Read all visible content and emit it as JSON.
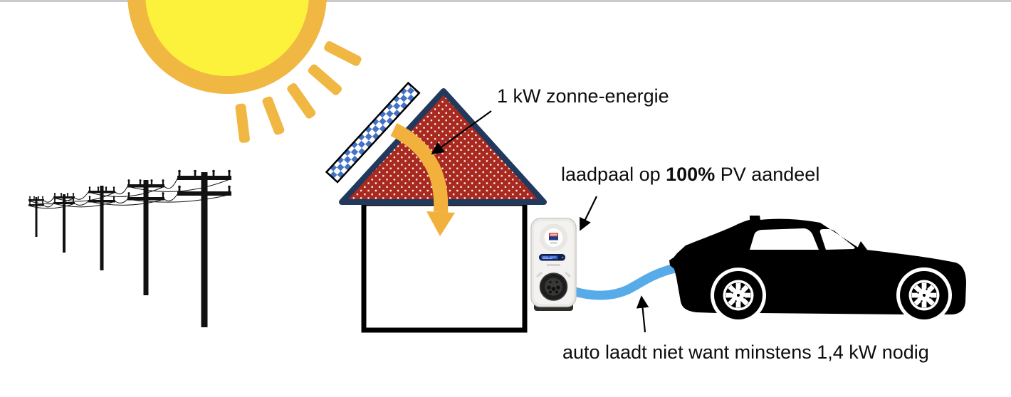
{
  "labels": {
    "solar_label": "1 kW zonne-energie",
    "charger_label_prefix": "laadpaal op ",
    "charger_label_bold": "100%",
    "charger_label_suffix": " PV aandeel",
    "car_label": "auto laadt niet want minstens 1,4 kW nodig"
  },
  "colors": {
    "sun_core": "#FCF23B",
    "sun_ring": "#F0B743",
    "solar_arrow": "#F2B03C",
    "roof_red": "#A8291F",
    "roof_border": "#21395C",
    "panel_blue": "#4472C4",
    "cable_blue": "#56ABE8",
    "car_black": "#000000",
    "pole_black": "#111111",
    "annotation_black": "#000000",
    "top_border_gray": "#CACACA"
  }
}
